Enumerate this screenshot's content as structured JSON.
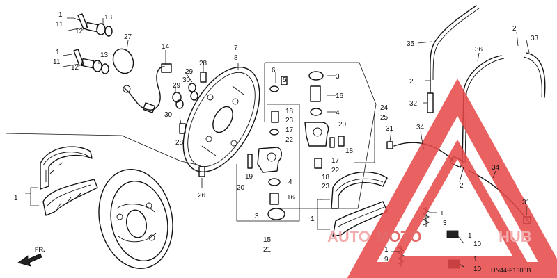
{
  "diagram_ref": "HN44-F1300B",
  "front_label": "FR.",
  "watermark": {
    "text_a": "AUTO",
    "text_b": "MOTO",
    "text_c": "HUB",
    "color_a": "#f0a0a0",
    "color_b": "#e05050",
    "triangle_color": "#e64646"
  },
  "callouts": {
    "c1a": "1",
    "c11a": "11",
    "c12a": "12",
    "c13a": "13",
    "c1b": "1",
    "c11b": "11",
    "c12b": "12",
    "c13b": "13",
    "c27": "27",
    "c14": "14",
    "c28a": "28",
    "c29a": "29",
    "c30a": "30",
    "c29b": "29",
    "c30b": "30",
    "c28b": "28",
    "c26": "26",
    "c7": "7",
    "c8": "8",
    "c6": "6",
    "c5": "5",
    "c3a": "3",
    "c16a": "16",
    "c4a": "4",
    "c24": "24",
    "c25": "25",
    "c18a": "18",
    "c23a": "23",
    "c17a": "17",
    "c22a": "22",
    "c20a": "20",
    "c18b": "18",
    "c17b": "17",
    "c22b": "22",
    "c18c": "18",
    "c23b": "23",
    "c19": "19",
    "c20b": "20",
    "c4b": "4",
    "c16b": "16",
    "c3b": "3",
    "c15": "15",
    "c21": "21",
    "c1c": "1",
    "c1d": "1",
    "c35": "35",
    "c2a": "2",
    "c32": "32",
    "c31a": "31",
    "c34a": "34",
    "c36": "36",
    "c2b": "2",
    "c33": "33",
    "c2c": "2",
    "c34b": "34",
    "c31b": "31",
    "c1e": "1",
    "c3c": "3",
    "c1f": "1",
    "c10a": "10",
    "c1g": "1",
    "c9": "9",
    "c1h": "1",
    "c10b": "10"
  }
}
